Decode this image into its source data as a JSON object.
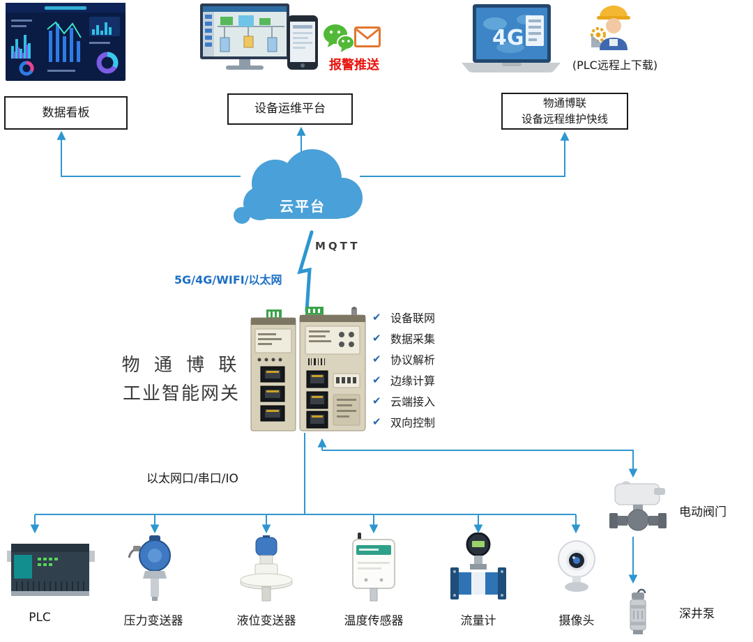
{
  "colors": {
    "line": "#2E96CF",
    "cloud": "#4AA0D8",
    "red": "#E8120C",
    "blue": "#1C6FC4"
  },
  "top": {
    "dashboard_box": "数据看板",
    "platform_box": "设备运维平台",
    "remote_box_line1": "物通博联",
    "remote_box_line2": "设备远程维护快线",
    "alarm_push": "报警推送",
    "plc_remote_note": "(PLC远程上下载)",
    "laptop_screen_text": "4G"
  },
  "cloud": {
    "label": "云平台",
    "protocol": "MQTT",
    "uplink": "5G/4G/WIFI/以太网"
  },
  "gateway": {
    "title_line1": "物 通 博 联",
    "title_line2": "工业智能网关",
    "check_icon": "✔",
    "features": [
      "设备联网",
      "数据采集",
      "协议解析",
      "边缘计算",
      "云端接入",
      "双向控制"
    ]
  },
  "bus_label": "以太网口/串口/IO",
  "devices": [
    {
      "label": "PLC"
    },
    {
      "label": "压力变送器"
    },
    {
      "label": "液位变送器"
    },
    {
      "label": "温度传感器"
    },
    {
      "label": "流量计"
    },
    {
      "label": "摄像头"
    }
  ],
  "side_devices": {
    "valve": "电动阀门",
    "pump": "深井泵"
  }
}
